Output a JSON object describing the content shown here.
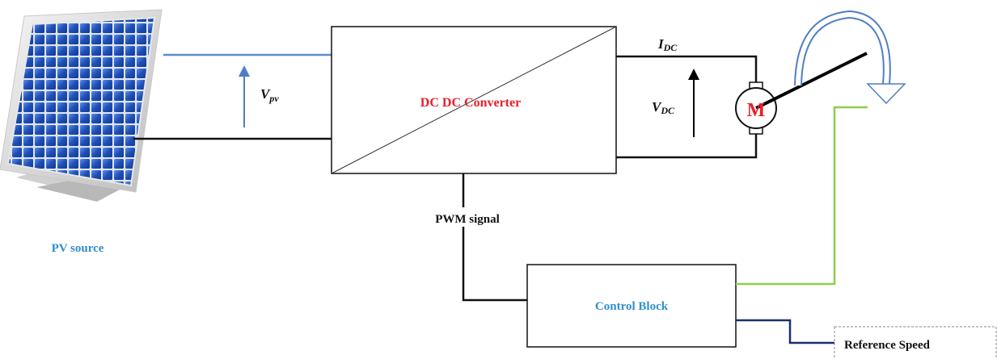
{
  "labels": {
    "pv_source": "PV source",
    "v_pv_main": "V",
    "v_pv_sub": "pv",
    "converter": "DC DC Converter",
    "i_dc_main": "I",
    "i_dc_sub": "DC",
    "v_dc_main": "V",
    "v_dc_sub": "DC",
    "motor": "M",
    "pwm": "PWM signal",
    "control": "Control Block",
    "reference": "Reference Speed"
  },
  "colors": {
    "pv_label": "#2e8fcf",
    "converter_label": "#e8202a",
    "control_label": "#2e8fcf",
    "motor_label": "#e8202a",
    "pv_wire": "#5a8cc8",
    "feedback_wire": "#8ccf4a",
    "reference_wire": "#1a2f6e",
    "panel_cell": "#1f4fb8",
    "speed_arrow": "#4f7ec4"
  },
  "icons": {
    "pv_panel": "solar-panel-icon",
    "motor": "dc-motor-icon",
    "rotation": "rotation-arrow-icon"
  }
}
